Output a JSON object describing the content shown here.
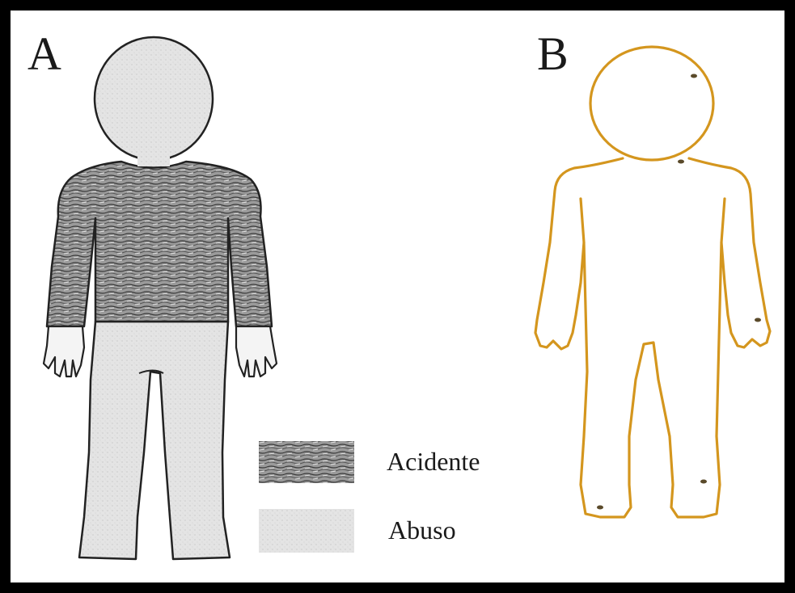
{
  "panels": {
    "a": {
      "letter": "A"
    },
    "b": {
      "letter": "B"
    }
  },
  "legend": {
    "items": [
      {
        "label": "Acidente",
        "pattern": "dense-scribble"
      },
      {
        "label": "Abuso",
        "pattern": "light-stipple"
      }
    ]
  },
  "colors": {
    "frame": "#000000",
    "outline_a": "#222222",
    "fill_abuso": "#e6e6e6",
    "fill_acidente": "#7a7a7a",
    "outline_b": "#d4961e",
    "mark_b": "#5a4a2a"
  },
  "panel_b_marks": [
    "head-right",
    "neck-right",
    "right-hand",
    "right-foot",
    "left-foot"
  ]
}
